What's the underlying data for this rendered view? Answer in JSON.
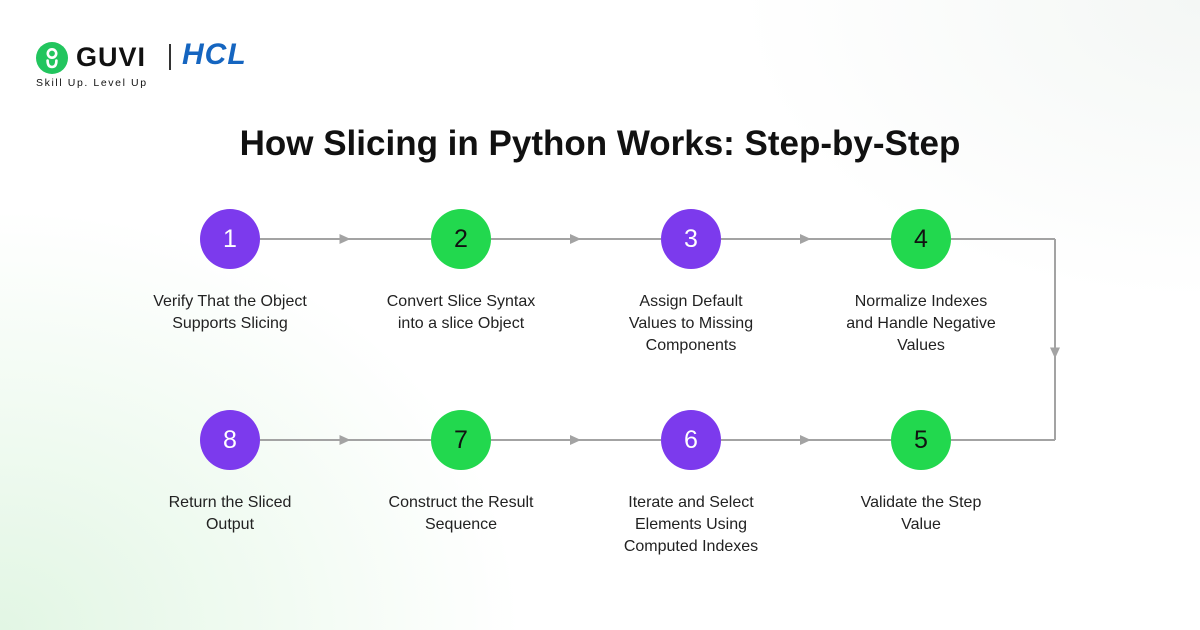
{
  "brand": {
    "guvi": "GUVI",
    "tagline": "Skill Up. Level Up",
    "partner": "HCL"
  },
  "title": "How Slicing in Python Works: Step-by-Step",
  "colors": {
    "purple": "#7c3aed",
    "green": "#22d84e",
    "connector": "#a3a3a3",
    "title": "#111111"
  },
  "steps": [
    {
      "number": "1",
      "label_lines": [
        "Verify That the Object",
        "Supports Slicing"
      ],
      "color": "purple"
    },
    {
      "number": "2",
      "label_lines": [
        "Convert Slice Syntax",
        "into a slice Object"
      ],
      "color": "green"
    },
    {
      "number": "3",
      "label_lines": [
        "Assign Default",
        "Values to Missing",
        "Components"
      ],
      "color": "purple"
    },
    {
      "number": "4",
      "label_lines": [
        "Normalize Indexes",
        "and Handle Negative",
        "Values"
      ],
      "color": "green"
    },
    {
      "number": "5",
      "label_lines": [
        "Validate the Step",
        "Value"
      ],
      "color": "green"
    },
    {
      "number": "6",
      "label_lines": [
        "Iterate and Select",
        "Elements Using",
        "Computed Indexes"
      ],
      "color": "purple"
    },
    {
      "number": "7",
      "label_lines": [
        "Construct the Result",
        "Sequence"
      ],
      "color": "green"
    },
    {
      "number": "8",
      "label_lines": [
        "Return the Sliced",
        "Output"
      ],
      "color": "purple"
    }
  ]
}
